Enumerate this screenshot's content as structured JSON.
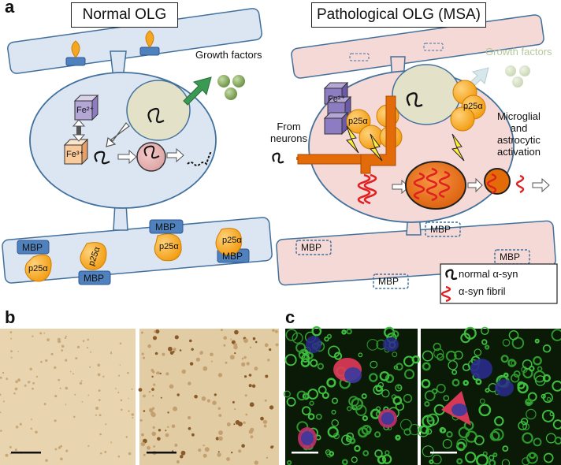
{
  "panel_a": {
    "letter": "a",
    "normal_title": "Normal OLG",
    "path_title": "Pathological OLG (MSA)",
    "growth_factors": "Growth factors",
    "growth_factors_faded": "Growth factors",
    "fe2": "Fe²⁺",
    "fe3": "Fe³⁺",
    "mbp": "MBP",
    "p25a": "p25α",
    "from_neurons": "From\nneurons",
    "activation": "Microglial\nand\nastrocytic\nactivation",
    "legend_normal": "normal α-syn",
    "legend_fibril": "α-syn fibril"
  },
  "panel_b": {
    "letter": "b"
  },
  "panel_c": {
    "letter": "c"
  },
  "colors": {
    "normal_fill": "#dce6f2",
    "normal_stroke": "#41719c",
    "path_fill": "#f5d9d6",
    "nucleus": "#e3e1c8",
    "p25a": "#f5a623",
    "mbp": "#4f81bd",
    "fibril": "#e02020",
    "orange_dark": "#e36c09",
    "green_gf": "#7ea25a"
  }
}
